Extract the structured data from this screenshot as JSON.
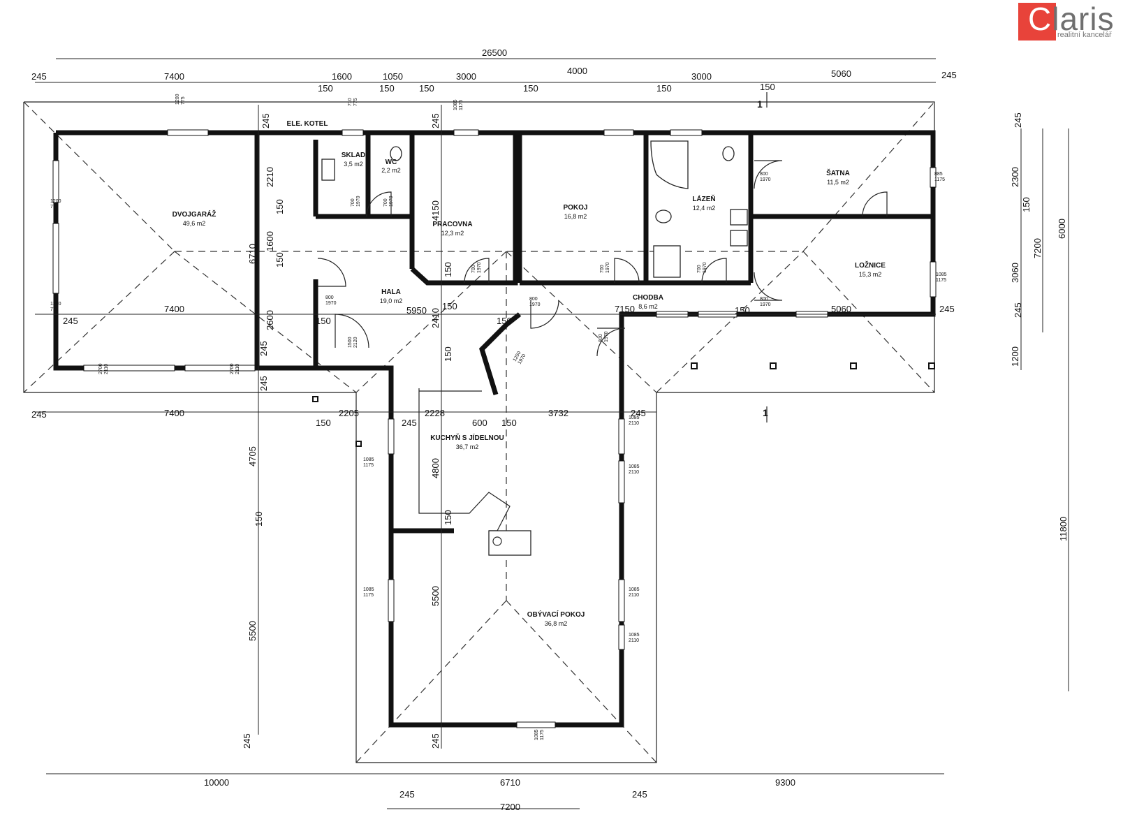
{
  "brand": {
    "first_letter": "C",
    "rest": "laris",
    "tagline": "realitní kancelář",
    "color": "#e8433a"
  },
  "section_marker": "1",
  "rooms": [
    {
      "name": "DVOJGARÁŽ",
      "area": "49,6 m2"
    },
    {
      "name": "ELE. KOTEL",
      "area": ""
    },
    {
      "name": "SKLAD",
      "area": "3,5 m2"
    },
    {
      "name": "WC",
      "area": "2,2 m2"
    },
    {
      "name": "PRACOVNA",
      "area": "12,3 m2"
    },
    {
      "name": "POKOJ",
      "area": "16,8 m2"
    },
    {
      "name": "LÁZEŇ",
      "area": "12,4 m2"
    },
    {
      "name": "ŠATNA",
      "area": "11,5 m2"
    },
    {
      "name": "LOŽNICE",
      "area": "15,3 m2"
    },
    {
      "name": "HALA",
      "area": "19,0 m2"
    },
    {
      "name": "CHODBA",
      "area": "8,6 m2"
    },
    {
      "name": "KUCHYŇ S JÍDELNOU",
      "area": "36,7 m2"
    },
    {
      "name": "OBÝVACÍ POKOJ",
      "area": "36,8 m2"
    }
  ],
  "dims_top": [
    "26500",
    "245",
    "7400",
    "1600",
    "1050",
    "3000",
    "4000",
    "3000",
    "5060",
    "245",
    "150",
    "150",
    "150",
    "150",
    "150",
    "150"
  ],
  "dims_mid": [
    "7400",
    "5950",
    "7150",
    "5060",
    "245",
    "245",
    "150",
    "150",
    "150",
    "150"
  ],
  "dims_lower": [
    "245",
    "7400",
    "2205",
    "2228",
    "600",
    "3732",
    "245",
    "150",
    "150",
    "245"
  ],
  "dims_bottom": [
    "10000",
    "6710",
    "9300",
    "7200",
    "245",
    "245"
  ],
  "dims_left_vertical": [
    "245",
    "2210",
    "150",
    "1600",
    "150",
    "2600",
    "245",
    "6710",
    "245",
    "4705",
    "150",
    "5500",
    "245"
  ],
  "dims_inner_vertical": [
    "245",
    "4150",
    "150",
    "2410",
    "150",
    "4800",
    "150",
    "5500",
    "245"
  ],
  "dims_right_vertical": [
    "245",
    "2300",
    "150",
    "3060",
    "245",
    "1200",
    "7200",
    "6000",
    "11800"
  ],
  "openings": [
    "1200\n775",
    "710\n775",
    "1085\n1175",
    "1200\n775",
    "1200\n775",
    "2700\n2110",
    "2700\n2110",
    "800\n1970",
    "700\n1970",
    "700\n1970",
    "700\n1970",
    "700\n1970",
    "700\n1970",
    "800\n1970",
    "885\n1175",
    "1085\n1175",
    "800\n1970",
    "800\n1970",
    "1500\n2120",
    "1250\n1970",
    "1085\n2110",
    "1085\n2110",
    "1085\n1175",
    "1085\n1175",
    "1085\n2110",
    "1085\n2110",
    "1085\n1175",
    "800\n1970"
  ]
}
